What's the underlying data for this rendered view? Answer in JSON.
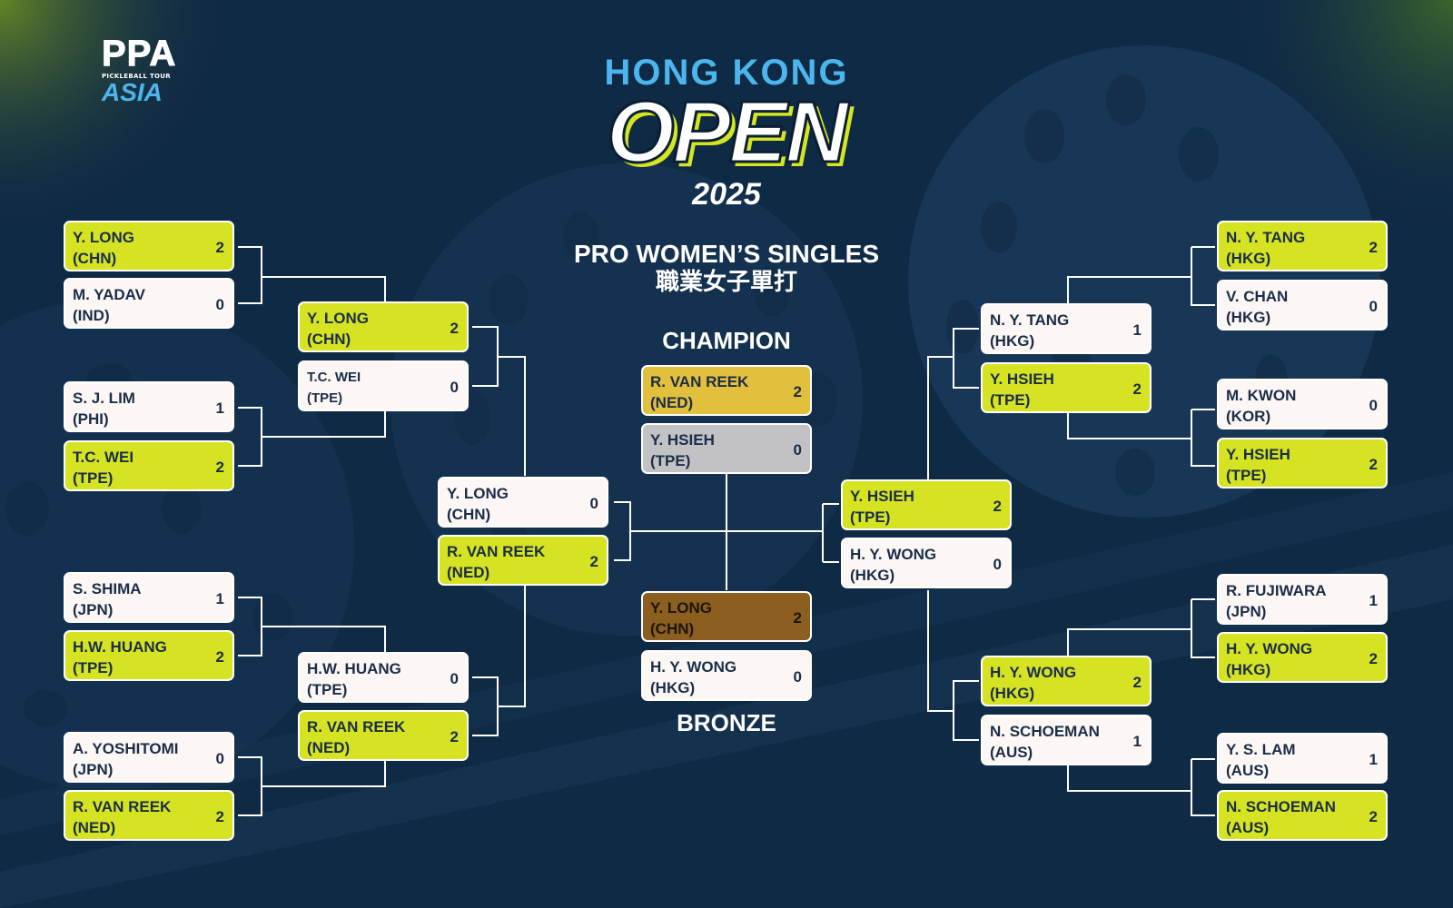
{
  "logo": {
    "brand": "PPA",
    "subtitle": "PICKLEBALL TOUR",
    "region": "ASIA"
  },
  "event": {
    "line1": "HONG KONG",
    "line2": "OPEN",
    "year": "2025"
  },
  "division": {
    "en": "PRO WOMEN’S SINGLES",
    "zh": "職業女子單打"
  },
  "labels": {
    "champion": "CHAMPION",
    "bronze": "BRONZE"
  },
  "colors": {
    "background": "#0f2a45",
    "winner": "#d6e322",
    "loser": "#fcf7f5",
    "gold": "#e2bf3c",
    "silver": "#c2c2c4",
    "bronze": "#8c5e20",
    "accent": "#4db5ee"
  },
  "bracket": {
    "left_r16": [
      {
        "p1": {
          "name": "Y. LONG",
          "country": "(CHN)",
          "score": "2"
        },
        "p2": {
          "name": "M. YADAV",
          "country": "(IND)",
          "score": "0"
        }
      },
      {
        "p1": {
          "name": "S. J. LIM",
          "country": "(PHI)",
          "score": "1"
        },
        "p2": {
          "name": "T.C. WEI",
          "country": "(TPE)",
          "score": "2"
        }
      },
      {
        "p1": {
          "name": "S. SHIMA",
          "country": "(JPN)",
          "score": "1"
        },
        "p2": {
          "name": "H.W. HUANG",
          "country": "(TPE)",
          "score": "2"
        }
      },
      {
        "p1": {
          "name": "A. YOSHITOMI",
          "country": "(JPN)",
          "score": "0"
        },
        "p2": {
          "name": "R. VAN REEK",
          "country": "(NED)",
          "score": "2"
        }
      }
    ],
    "left_qf": [
      {
        "p1": {
          "name": "Y. LONG",
          "country": "(CHN)",
          "score": "2"
        },
        "p2": {
          "name": "T.C. WEI",
          "country": "(TPE)",
          "score": "0"
        }
      },
      {
        "p1": {
          "name": "H.W. HUANG",
          "country": "(TPE)",
          "score": "0"
        },
        "p2": {
          "name": "R. VAN REEK",
          "country": "(NED)",
          "score": "2"
        }
      }
    ],
    "left_sf": {
      "p1": {
        "name": "Y. LONG",
        "country": "(CHN)",
        "score": "0"
      },
      "p2": {
        "name": "R. VAN REEK",
        "country": "(NED)",
        "score": "2"
      }
    },
    "final": {
      "p1": {
        "name": "R. VAN REEK",
        "country": "(NED)",
        "score": "2"
      },
      "p2": {
        "name": "Y. HSIEH",
        "country": "(TPE)",
        "score": "0"
      }
    },
    "bronze": {
      "p1": {
        "name": "Y. LONG",
        "country": "(CHN)",
        "score": "2"
      },
      "p2": {
        "name": "H. Y. WONG",
        "country": "(HKG)",
        "score": "0"
      }
    },
    "right_sf": {
      "p1": {
        "name": "Y. HSIEH",
        "country": "(TPE)",
        "score": "2"
      },
      "p2": {
        "name": "H. Y. WONG",
        "country": "(HKG)",
        "score": "0"
      }
    },
    "right_qf": [
      {
        "p1": {
          "name": "N. Y. TANG",
          "country": "(HKG)",
          "score": "1"
        },
        "p2": {
          "name": "Y. HSIEH",
          "country": "(TPE)",
          "score": "2"
        }
      },
      {
        "p1": {
          "name": "H. Y. WONG",
          "country": "(HKG)",
          "score": "2"
        },
        "p2": {
          "name": "N. SCHOEMAN",
          "country": "(AUS)",
          "score": "1"
        }
      }
    ],
    "right_r16": [
      {
        "p1": {
          "name": "N. Y. TANG",
          "country": "(HKG)",
          "score": "2"
        },
        "p2": {
          "name": "V. CHAN",
          "country": "(HKG)",
          "score": "0"
        }
      },
      {
        "p1": {
          "name": "M. KWON",
          "country": "(KOR)",
          "score": "0"
        },
        "p2": {
          "name": "Y. HSIEH",
          "country": "(TPE)",
          "score": "2"
        }
      },
      {
        "p1": {
          "name": "R. FUJIWARA",
          "country": "(JPN)",
          "score": "1"
        },
        "p2": {
          "name": "H. Y. WONG",
          "country": "(HKG)",
          "score": "2"
        }
      },
      {
        "p1": {
          "name": "Y. S. LAM",
          "country": "(AUS)",
          "score": "1"
        },
        "p2": {
          "name": "N. SCHOEMAN",
          "country": "(AUS)",
          "score": "2"
        }
      }
    ]
  }
}
